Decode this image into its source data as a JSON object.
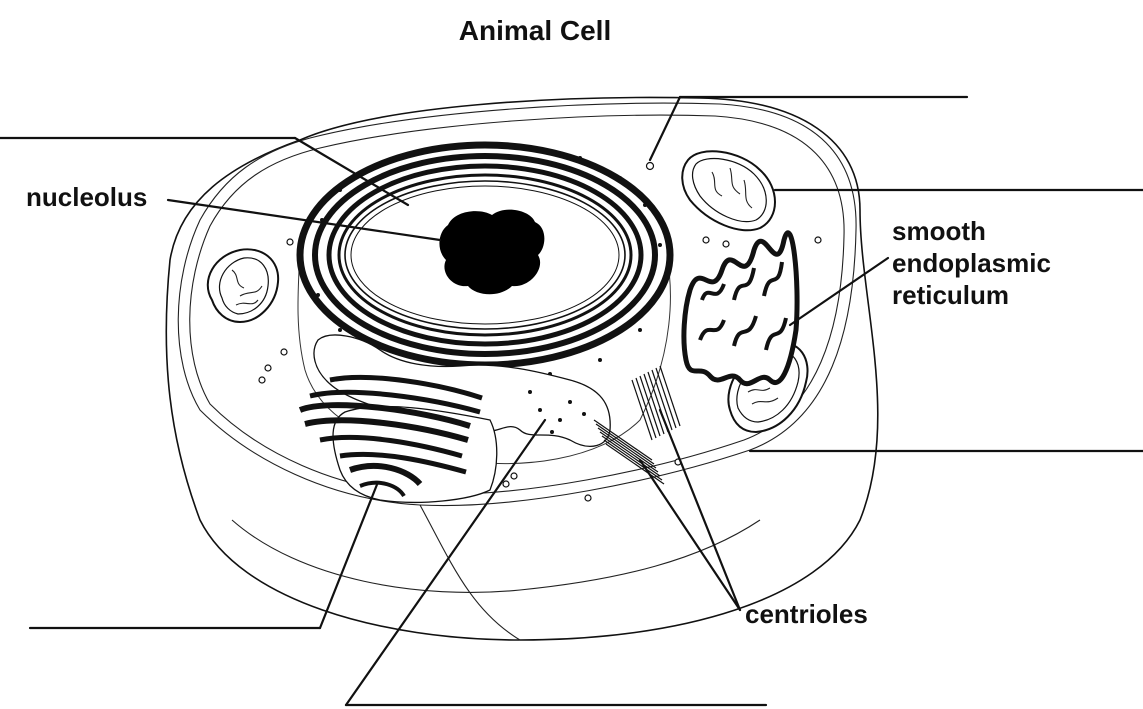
{
  "title": "Animal Cell",
  "labels": {
    "nucleolus": "nucleolus",
    "smooth_er_line1": "smooth",
    "smooth_er_line2": "endoplasmic",
    "smooth_er_line3": "reticulum",
    "centrioles": "centrioles"
  },
  "blank_label_count": 6
}
